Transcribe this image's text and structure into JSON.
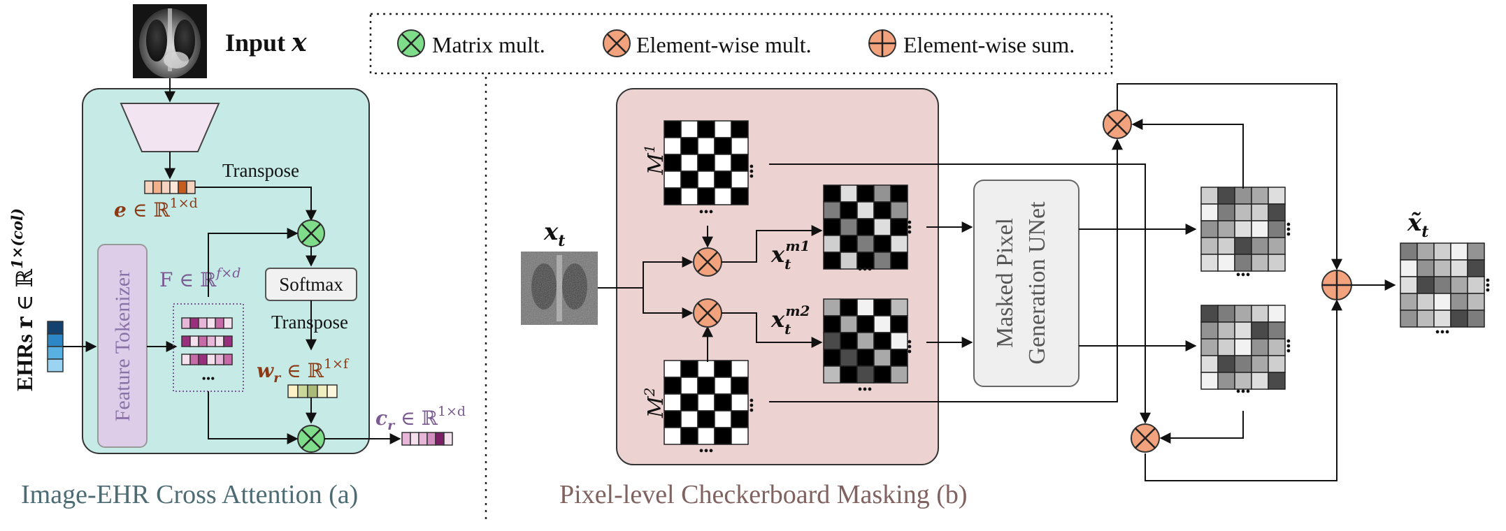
{
  "legend": {
    "matrix_mult": "Matrix mult.",
    "element_mult": "Element-wise mult.",
    "element_sum": "Element-wise sum."
  },
  "panel_a": {
    "caption": "Image-EHR Cross Attention (a)",
    "input_label": "Input",
    "input_var": "x",
    "ehr_label": "EHRs",
    "ehr_var": "r",
    "ehr_in": "∈ ℝ",
    "ehr_sup": "1×(col)",
    "embed_var": "e",
    "embed_in": "∈ ℝ",
    "embed_sup": "1×d",
    "transpose_top": "Transpose",
    "feature_tokenizer": "Feature Tokenizer",
    "f_var": "F",
    "f_in": "∈ ℝ",
    "f_sup": "f×d",
    "softmax": "Softmax",
    "transpose_bottom": "Transpose",
    "w_var": "w",
    "w_sub": "r",
    "w_in": "∈ ℝ",
    "w_sup": "1×f",
    "c_var": "c",
    "c_sub": "r",
    "c_in": "∈ ℝ",
    "c_sup": "1×d",
    "ellipsis": "•••"
  },
  "panel_b": {
    "caption": "Pixel-level Checkerboard Masking (b)",
    "xt_var": "x",
    "xt_sub": "t",
    "m1_var": "M",
    "m1_sup": "1",
    "m2_var": "M",
    "m2_sup": "2",
    "xm1_var": "x",
    "xm1_sub": "t",
    "xm1_sup": "m1",
    "xm2_var": "x",
    "xm2_sub": "t",
    "xm2_sup": "m2",
    "unet_line1": "Masked Pixel",
    "unet_line2": "Generation UNet",
    "out_var": "x̃",
    "out_sub": "t",
    "ellipsis": "•••"
  },
  "colors": {
    "panel_a_bg": "#c6ebe6",
    "panel_b_bg": "#ecd3d1",
    "matrix_mult": "#7fdc8a",
    "element_op": "#f2a27c",
    "tokenizer_fill": "#ddcde8",
    "tokenizer_text": "#8a72a8",
    "caption_a": "#4d6b73",
    "caption_b": "#806260",
    "maroon": "#8b3a16",
    "purple": "#7a5a92"
  }
}
